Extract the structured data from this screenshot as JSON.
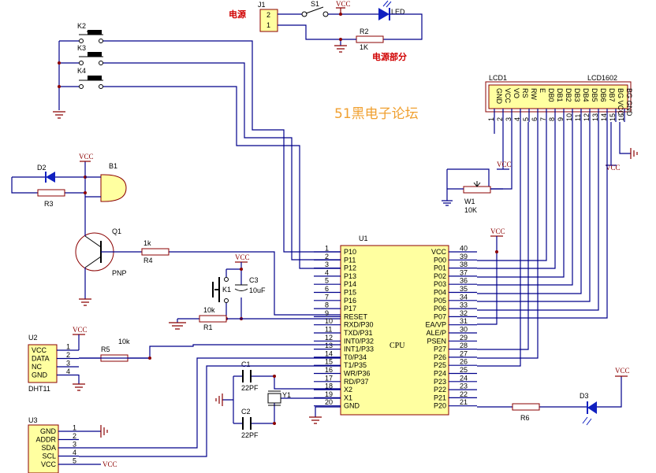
{
  "labels": {
    "power_title": "电源",
    "power_section": "电源部分",
    "watermark": "51黑电子论坛",
    "vcc": "VCC",
    "j1": "J1",
    "s1": "S1",
    "led": "LED",
    "r2": "R2",
    "r2_val": "1K",
    "k2": "K2",
    "k3": "K3",
    "k4": "K4",
    "lcd1": "LCD1",
    "lcd_model": "LCD1602",
    "w1": "W1",
    "w1_val": "10K",
    "d2": "D2",
    "b1": "B1",
    "r3": "R3",
    "q1": "Q1",
    "pnp": "PNP",
    "r4": "R4",
    "r4_val": "1k",
    "k1": "K1",
    "c3": "C3",
    "c3_val": "10uF",
    "r1": "R1",
    "r1_val": "10k",
    "u1": "U1",
    "cpu": "CPU",
    "u2": "U2",
    "dht": "DHT11",
    "r5": "R5",
    "r5_val": "10k",
    "c1": "C1",
    "c1_val": "22PF",
    "c2": "C2",
    "c2_val": "22PF",
    "y1": "Y1",
    "u3": "U3",
    "r6": "R6",
    "d3": "D3"
  },
  "j1_pins": [
    "2",
    "1"
  ],
  "lcd_pins": [
    "GND",
    "VCC",
    "VO",
    "RS",
    "RW",
    "E",
    "DB0",
    "DB1",
    "DB2",
    "DB3",
    "DB4",
    "DB5",
    "DB6",
    "DB7",
    "BG VCC",
    "BG GND"
  ],
  "lcd_pin_numbers": [
    "1",
    "2",
    "3",
    "4",
    "5",
    "6",
    "7",
    "8",
    "9",
    "10",
    "11",
    "12",
    "13",
    "14",
    "15",
    "16"
  ],
  "u1_left_pins": [
    {
      "num": "1",
      "name": "P10"
    },
    {
      "num": "2",
      "name": "P11"
    },
    {
      "num": "3",
      "name": "P12"
    },
    {
      "num": "4",
      "name": "P13"
    },
    {
      "num": "5",
      "name": "P14"
    },
    {
      "num": "6",
      "name": "P15"
    },
    {
      "num": "7",
      "name": "P16"
    },
    {
      "num": "8",
      "name": "P17"
    },
    {
      "num": "9",
      "name": "RESET"
    },
    {
      "num": "10",
      "name": "RXD/P30"
    },
    {
      "num": "11",
      "name": "TXD/P31"
    },
    {
      "num": "12",
      "name": "INT0/P32"
    },
    {
      "num": "13",
      "name": "INT1/P33"
    },
    {
      "num": "14",
      "name": "T0/P34"
    },
    {
      "num": "15",
      "name": "T1/P35"
    },
    {
      "num": "16",
      "name": "WR/P36"
    },
    {
      "num": "17",
      "name": "RD/P37"
    },
    {
      "num": "18",
      "name": "X2"
    },
    {
      "num": "19",
      "name": "X1"
    },
    {
      "num": "20",
      "name": "GND"
    }
  ],
  "u1_right_pins": [
    {
      "num": "40",
      "name": "VCC"
    },
    {
      "num": "39",
      "name": "P00"
    },
    {
      "num": "38",
      "name": "P01"
    },
    {
      "num": "37",
      "name": "P02"
    },
    {
      "num": "36",
      "name": "P03"
    },
    {
      "num": "35",
      "name": "P04"
    },
    {
      "num": "34",
      "name": "P05"
    },
    {
      "num": "33",
      "name": "P06"
    },
    {
      "num": "32",
      "name": "P07"
    },
    {
      "num": "31",
      "name": "EA/VP"
    },
    {
      "num": "30",
      "name": "ALE/P"
    },
    {
      "num": "29",
      "name": "PSEN"
    },
    {
      "num": "28",
      "name": "P27"
    },
    {
      "num": "27",
      "name": "P26"
    },
    {
      "num": "26",
      "name": "P25"
    },
    {
      "num": "25",
      "name": "P24"
    },
    {
      "num": "24",
      "name": "P23"
    },
    {
      "num": "23",
      "name": "P22"
    },
    {
      "num": "22",
      "name": "P21"
    },
    {
      "num": "21",
      "name": "P20"
    }
  ],
  "u2_pins": [
    {
      "num": "1",
      "name": "VCC"
    },
    {
      "num": "2",
      "name": "DATA"
    },
    {
      "num": "3",
      "name": "NC"
    },
    {
      "num": "4",
      "name": "GND"
    }
  ],
  "u3_pins": [
    {
      "num": "1",
      "name": "GND"
    },
    {
      "num": "2",
      "name": "ADDR"
    },
    {
      "num": "3",
      "name": "SDA"
    },
    {
      "num": "4",
      "name": "SCL"
    },
    {
      "num": "5",
      "name": "VCC"
    }
  ]
}
